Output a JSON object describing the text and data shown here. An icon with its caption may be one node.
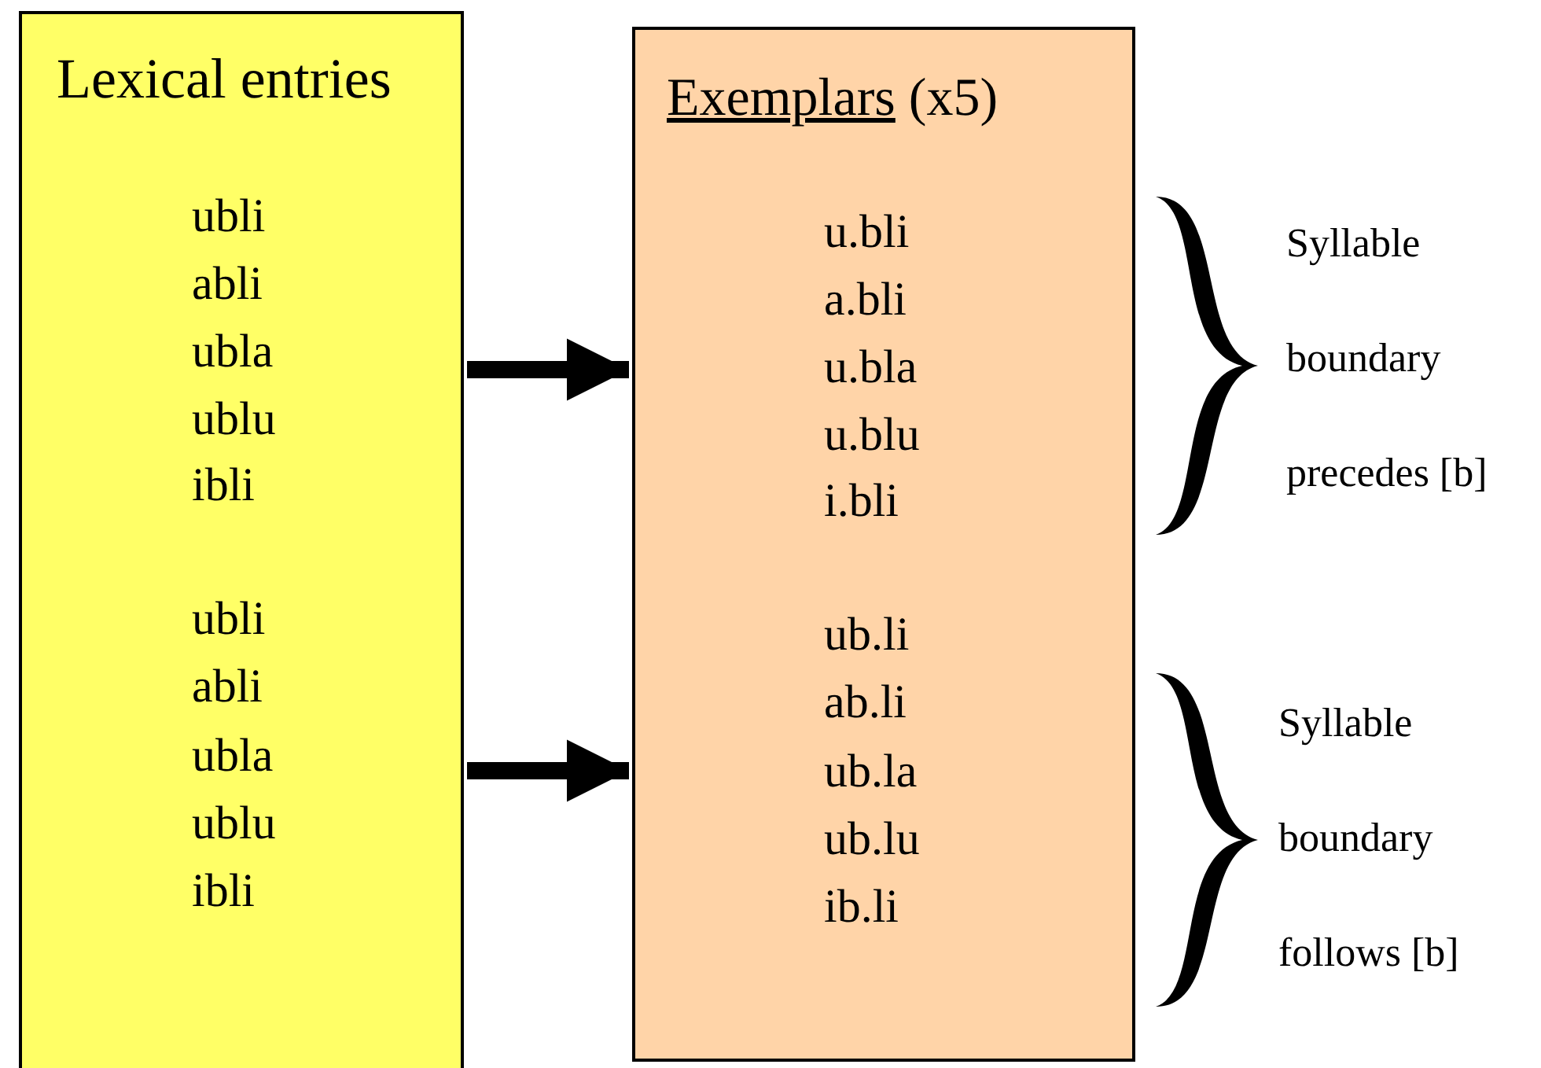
{
  "diagram": {
    "nodes": [
      {
        "text": [
          "Lexical entries",
          "ubli",
          "abli",
          "ubla",
          "ublu",
          "ibli",
          "ubli",
          "abli",
          "ubla",
          "ublu",
          "ibli"
        ]
      },
      {
        "text": [
          "Exemplars (x5)",
          "u.bli",
          "a.bli",
          "u.bla",
          "u.blu",
          "i.bli",
          "ub.li",
          "ab.li",
          "ub.la",
          "ub.lu",
          "ib.li"
        ]
      },
      {
        "text": [],
        "shape": "bracket"
      },
      {
        "text": [],
        "shape": "bracket"
      }
    ],
    "edges": [
      {
        "from": 0,
        "to": 1,
        "arrow": "to"
      },
      {
        "from": 0,
        "to": 1,
        "arrow": "to"
      }
    ],
    "labels": [
      "Syllable boundary precedes [b]",
      "Syllable boundary follows [b]"
    ]
  }
}
